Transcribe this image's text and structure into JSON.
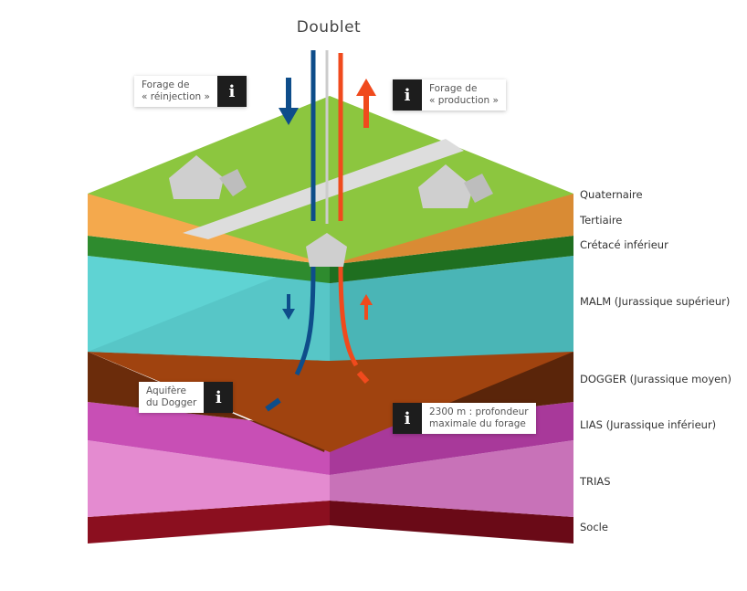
{
  "title": "Doublet",
  "layers": [
    {
      "label": "Quaternaire"
    },
    {
      "label": "Tertiaire"
    },
    {
      "label": "Crétacé inférieur"
    },
    {
      "label": "MALM (Jurassique supérieur)"
    },
    {
      "label": "DOGGER (Jurassique moyen)"
    },
    {
      "label": "LIAS (Jurassique inférieur)"
    },
    {
      "label": "TRIAS"
    },
    {
      "label": "Socle"
    }
  ],
  "info_boxes": {
    "reinjection": {
      "text": "Forage de\n« réinjection »",
      "icon": "info-icon"
    },
    "production": {
      "text": "Forage de\n« production »",
      "icon": "info-icon"
    },
    "aquifer": {
      "text": "Aquifère\ndu Dogger",
      "icon": "info-icon"
    },
    "depth": {
      "text": "2300 m : profondeur\nmaximale du forage",
      "icon": "info-icon"
    }
  },
  "colors": {
    "surface": "#8cc63f",
    "tertiaire": "#f4a94d",
    "cretace": "#2e8b2e",
    "malm": "#5fd3d3",
    "dogger": "#8b3a0f",
    "lias": "#c84fb5",
    "trias": "#e48bd0",
    "socle": "#8b0f1f",
    "cold_well": "#0e4d8a",
    "hot_well": "#f04a1d",
    "road": "#e0e0e0"
  }
}
